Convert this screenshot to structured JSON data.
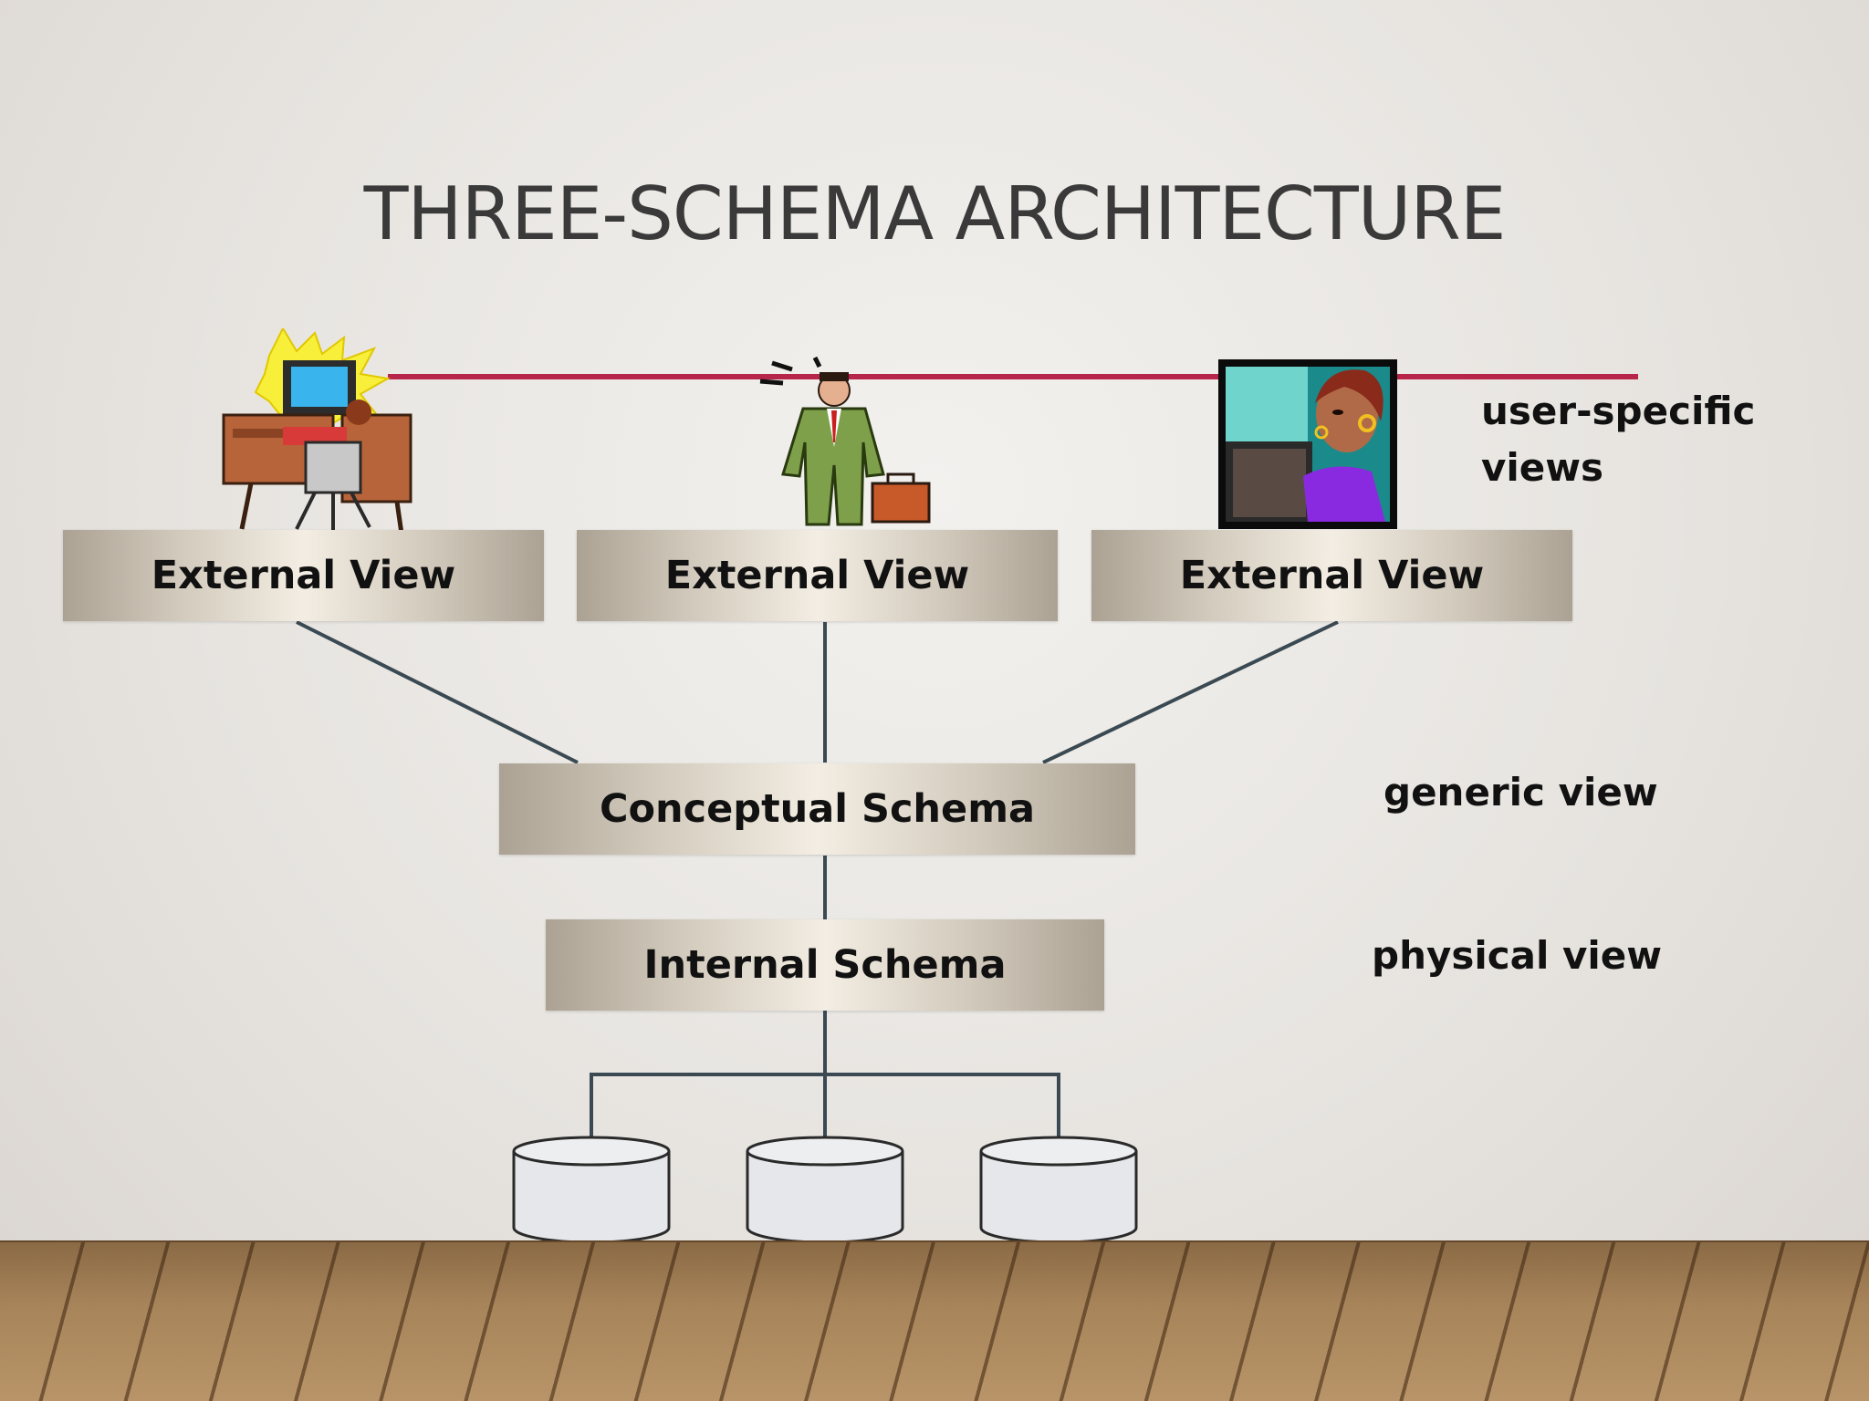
{
  "title": "THREE-SCHEMA ARCHITECTURE",
  "colors": {
    "accent_line": "#b8254a",
    "connector": "#3b4a52",
    "box_edge": "#aba294",
    "box_center": "#f3ede3"
  },
  "users": [
    {
      "icon": "person-at-computer-icon"
    },
    {
      "icon": "businessman-icon"
    },
    {
      "icon": "woman-at-monitor-icon"
    }
  ],
  "external_views": [
    {
      "label": "External View"
    },
    {
      "label": "External View"
    },
    {
      "label": "External View"
    }
  ],
  "conceptual": {
    "label": "Conceptual Schema"
  },
  "internal": {
    "label": "Internal Schema"
  },
  "side_labels": {
    "user_specific_line1": "user-specific",
    "user_specific_line2": "views",
    "generic": "generic view",
    "physical": "physical view"
  },
  "databases": [
    {
      "icon": "database-cylinder-icon"
    },
    {
      "icon": "database-cylinder-icon"
    },
    {
      "icon": "database-cylinder-icon"
    }
  ]
}
